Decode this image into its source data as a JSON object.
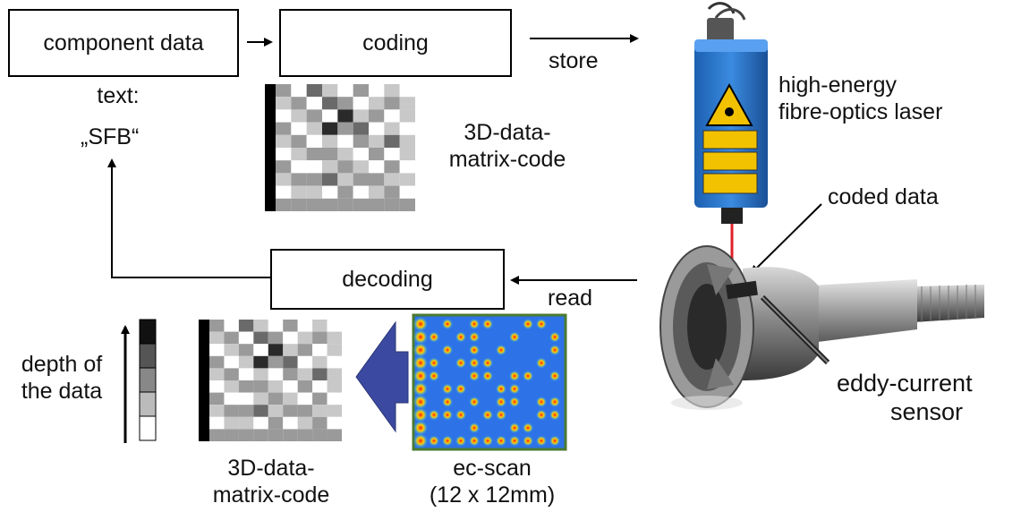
{
  "boxes": {
    "component_data": "component data",
    "coding": "coding",
    "decoding": "decoding"
  },
  "labels": {
    "text_label": "text:",
    "text_value": "„SFB“",
    "store": "store",
    "read": "read",
    "matrix_top_line1": "3D-data-",
    "matrix_top_line2": "matrix-code",
    "matrix_bottom_line1": "3D-data-",
    "matrix_bottom_line2": "matrix-code",
    "laser_line1": "high-energy",
    "laser_line2": "fibre-optics laser",
    "coded_data": "coded data",
    "sensor_line1": "eddy-current",
    "sensor_line2": "sensor",
    "depth_line1": "depth of",
    "depth_line2": "the data",
    "ecscan_line1": "ec-scan",
    "ecscan_line2": "(12 x 12mm)"
  },
  "colors": {
    "arrow_blue": "#3b4aa0",
    "laser_body": "#2f7fd0",
    "warning_label": "#f2c200",
    "laser_beam": "#e0202a"
  },
  "icons": {
    "laser": "laser-device-icon",
    "joint": "cv-joint-shaft-icon",
    "scan": "ec-scan-heatmap-icon"
  }
}
